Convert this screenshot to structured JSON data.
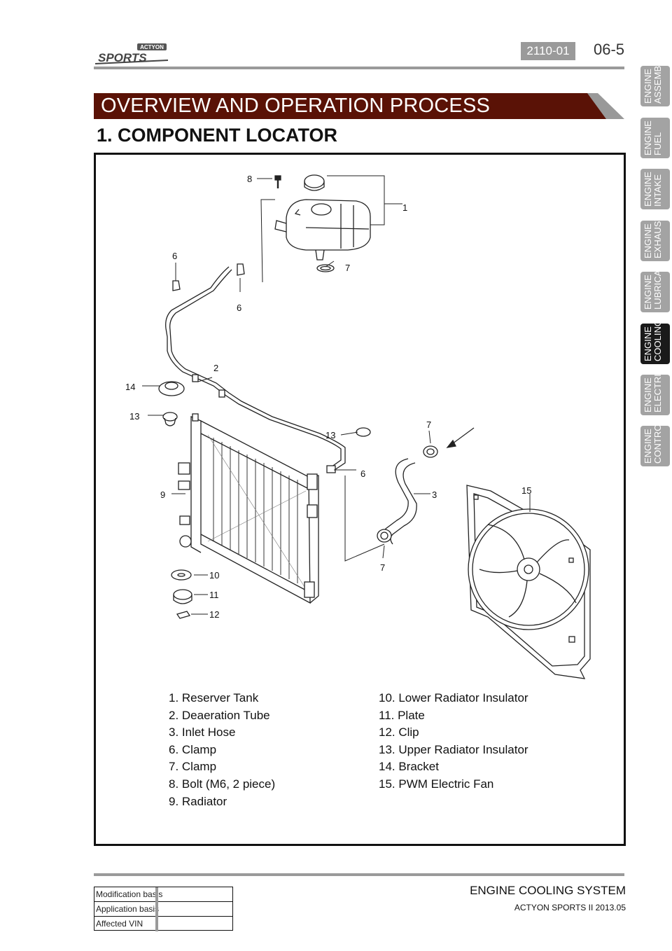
{
  "header": {
    "logo_top": "ACTYON",
    "logo_main": "SPORTS",
    "section_code": "2110-01",
    "page_number": "06-5"
  },
  "banner": {
    "title": "OVERVIEW AND OPERATION PROCESS"
  },
  "section_title": "1. COMPONENT LOCATOR",
  "callouts": {
    "c1": "1",
    "c2": "2",
    "c3": "3",
    "c6a": "6",
    "c6b": "6",
    "c6c": "6",
    "c7a": "7",
    "c7b": "7",
    "c7c": "7",
    "c8": "8",
    "c9": "9",
    "c10": "10",
    "c11": "11",
    "c12": "12",
    "c13a": "13",
    "c13b": "13",
    "c14": "14",
    "c15": "15"
  },
  "legend_left": [
    "1. Reserver Tank",
    "2. Deaeration Tube",
    "3. Inlet Hose",
    "6. Clamp",
    "7. Clamp",
    "8. Bolt (M6, 2 piece)",
    "9. Radiator"
  ],
  "legend_right": [
    "10. Lower Radiator Insulator",
    "11. Plate",
    "12. Clip",
    "13. Upper Radiator Insulator",
    "14. Bracket",
    "15. PWM Electric Fan"
  ],
  "side_tabs": [
    {
      "label": "ENGINE\nASSEMBL",
      "active": false
    },
    {
      "label": "ENGINE\nFUEL",
      "active": false
    },
    {
      "label": "ENGINE\nINTAKE",
      "active": false
    },
    {
      "label": "ENGINE\nEXHAUST",
      "active": false
    },
    {
      "label": "ENGINE\nLUBRICAT",
      "active": false
    },
    {
      "label": "ENGINE\nCOOLING",
      "active": true
    },
    {
      "label": "ENGINE\nELECTRI",
      "active": false
    },
    {
      "label": "ENGINE\nCONTRO",
      "active": false
    }
  ],
  "footer": {
    "table": {
      "modification_basis": "Modification basis",
      "application_basis": "Application basis",
      "affected_vin": "Affected VIN"
    },
    "title": "ENGINE COOLING SYSTEM",
    "subtitle": "ACTYON SPORTS II 2013.05"
  },
  "colors": {
    "banner": "#5a1206",
    "banner_stripe": "#999999",
    "rule": "#9a9a9a",
    "tab": "#a3a3a3",
    "tab_active": "#1a1a1a"
  }
}
